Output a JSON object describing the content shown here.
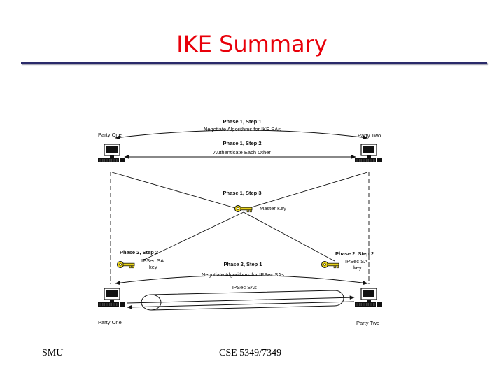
{
  "slide": {
    "title": "IKE Summary",
    "footer_left": "SMU",
    "footer_center": "CSE 5349/7349",
    "title_color": "#e8000a"
  },
  "diagram": {
    "party_one_top": "Party One",
    "party_two_top": "Party Two",
    "party_one_bottom": "Party One",
    "party_two_bottom": "Party Two",
    "p1s1_title": "Phase 1, Step 1",
    "p1s1_desc": "Negotiate Algorithms for IKE SAs",
    "p1s2_title": "Phase 1, Step 2",
    "p1s2_desc": "Authenticate Each Other",
    "p1s3_title": "Phase 1, Step 3",
    "master_key": "Master Key",
    "p2s2_left_title": "Phase 2, Step 2",
    "p2s2_right_title": "Phase 2, Step 2",
    "ipsec_sa_left_1": "IPSec SA",
    "ipsec_sa_left_2": "key",
    "ipsec_sa_right_1": "IPSec SA",
    "ipsec_sa_right_2": "key",
    "p2s1_title": "Phase 2, Step 1",
    "p2s1_desc": "Negotiate Algorithms for IPSec SAs",
    "ipsec_sas": "IPSec SAs",
    "key_color": "#e8d21a"
  }
}
